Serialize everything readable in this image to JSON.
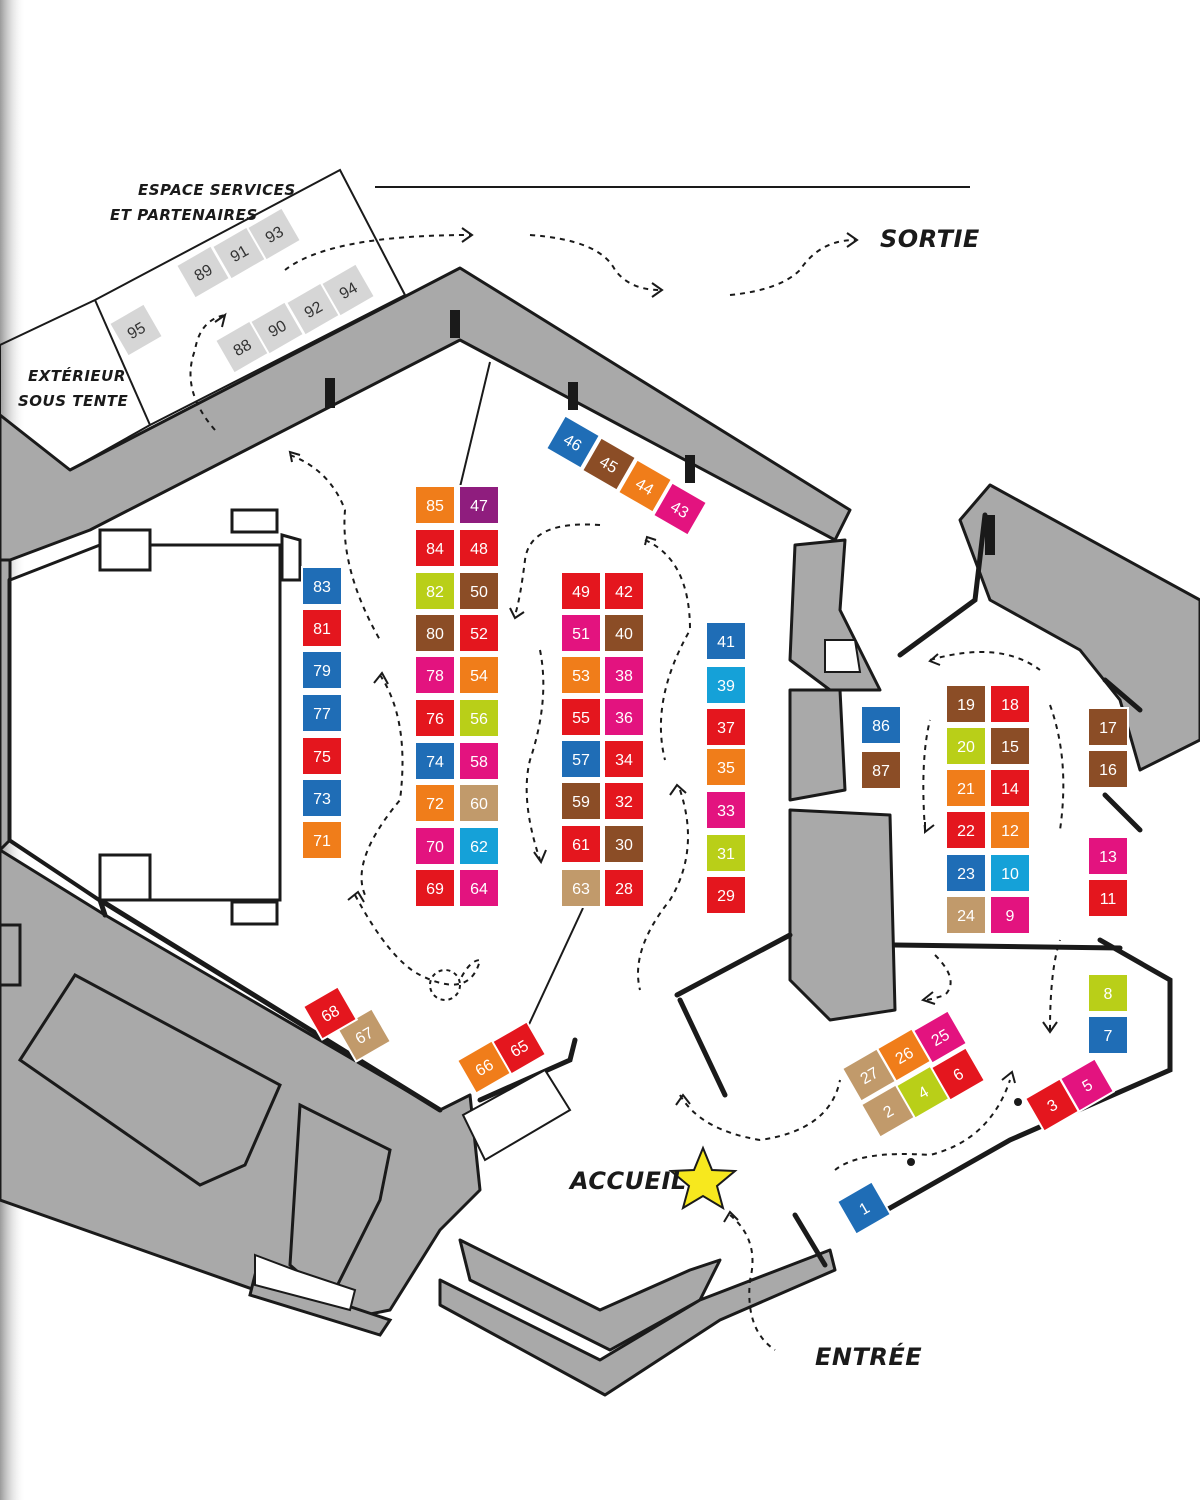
{
  "labels": {
    "services_line1": "ESPACE SERVICES",
    "services_line2": "ET PARTENAIRES",
    "outside_line1": "EXTÉRIEUR",
    "outside_line2": "SOUS TENTE",
    "exit": "SORTIE",
    "welcome": "ACCUEIL",
    "entrance": "ENTRÉE"
  },
  "colors": {
    "red": "#e4161e",
    "orange": "#f07d1a",
    "blue": "#1f6db6",
    "pink": "#e3137f",
    "brown": "#8b4d26",
    "lime": "#b9cf18",
    "cyan": "#15a1d8",
    "tan": "#c19a6b",
    "purple": "#8f1d7e",
    "gray_stand": "#d6d6d6",
    "wall": "#a9a9a9",
    "star": "#f7e81e"
  },
  "icons": {
    "welcome": "star-icon"
  },
  "stands": [
    {
      "n": "1",
      "c": "blue"
    },
    {
      "n": "2",
      "c": "tan"
    },
    {
      "n": "3",
      "c": "red"
    },
    {
      "n": "4",
      "c": "lime"
    },
    {
      "n": "5",
      "c": "pink"
    },
    {
      "n": "6",
      "c": "red"
    },
    {
      "n": "7",
      "c": "blue"
    },
    {
      "n": "8",
      "c": "lime"
    },
    {
      "n": "9",
      "c": "pink"
    },
    {
      "n": "10",
      "c": "cyan"
    },
    {
      "n": "11",
      "c": "red"
    },
    {
      "n": "12",
      "c": "orange"
    },
    {
      "n": "13",
      "c": "pink"
    },
    {
      "n": "14",
      "c": "red"
    },
    {
      "n": "15",
      "c": "brown"
    },
    {
      "n": "16",
      "c": "brown"
    },
    {
      "n": "17",
      "c": "brown"
    },
    {
      "n": "18",
      "c": "red"
    },
    {
      "n": "19",
      "c": "brown"
    },
    {
      "n": "20",
      "c": "lime"
    },
    {
      "n": "21",
      "c": "orange"
    },
    {
      "n": "22",
      "c": "red"
    },
    {
      "n": "23",
      "c": "blue"
    },
    {
      "n": "24",
      "c": "tan"
    },
    {
      "n": "25",
      "c": "pink"
    },
    {
      "n": "26",
      "c": "orange"
    },
    {
      "n": "27",
      "c": "tan"
    },
    {
      "n": "28",
      "c": "red"
    },
    {
      "n": "29",
      "c": "red"
    },
    {
      "n": "30",
      "c": "brown"
    },
    {
      "n": "31",
      "c": "lime"
    },
    {
      "n": "32",
      "c": "red"
    },
    {
      "n": "33",
      "c": "pink"
    },
    {
      "n": "34",
      "c": "red"
    },
    {
      "n": "35",
      "c": "orange"
    },
    {
      "n": "36",
      "c": "pink"
    },
    {
      "n": "37",
      "c": "red"
    },
    {
      "n": "38",
      "c": "pink"
    },
    {
      "n": "39",
      "c": "cyan"
    },
    {
      "n": "40",
      "c": "brown"
    },
    {
      "n": "41",
      "c": "blue"
    },
    {
      "n": "42",
      "c": "red"
    },
    {
      "n": "43",
      "c": "pink"
    },
    {
      "n": "44",
      "c": "orange"
    },
    {
      "n": "45",
      "c": "brown"
    },
    {
      "n": "46",
      "c": "blue"
    },
    {
      "n": "47",
      "c": "purple"
    },
    {
      "n": "48",
      "c": "red"
    },
    {
      "n": "49",
      "c": "red"
    },
    {
      "n": "50",
      "c": "brown"
    },
    {
      "n": "51",
      "c": "pink"
    },
    {
      "n": "52",
      "c": "red"
    },
    {
      "n": "53",
      "c": "orange"
    },
    {
      "n": "54",
      "c": "orange"
    },
    {
      "n": "55",
      "c": "red"
    },
    {
      "n": "56",
      "c": "lime"
    },
    {
      "n": "57",
      "c": "blue"
    },
    {
      "n": "58",
      "c": "pink"
    },
    {
      "n": "59",
      "c": "brown"
    },
    {
      "n": "60",
      "c": "tan"
    },
    {
      "n": "61",
      "c": "red"
    },
    {
      "n": "62",
      "c": "cyan"
    },
    {
      "n": "63",
      "c": "tan"
    },
    {
      "n": "64",
      "c": "pink"
    },
    {
      "n": "65",
      "c": "red"
    },
    {
      "n": "66",
      "c": "orange"
    },
    {
      "n": "67",
      "c": "tan"
    },
    {
      "n": "68",
      "c": "red"
    },
    {
      "n": "69",
      "c": "red"
    },
    {
      "n": "70",
      "c": "pink"
    },
    {
      "n": "71",
      "c": "orange"
    },
    {
      "n": "72",
      "c": "orange"
    },
    {
      "n": "73",
      "c": "blue"
    },
    {
      "n": "74",
      "c": "blue"
    },
    {
      "n": "75",
      "c": "red"
    },
    {
      "n": "76",
      "c": "red"
    },
    {
      "n": "77",
      "c": "blue"
    },
    {
      "n": "78",
      "c": "pink"
    },
    {
      "n": "79",
      "c": "blue"
    },
    {
      "n": "80",
      "c": "brown"
    },
    {
      "n": "81",
      "c": "red"
    },
    {
      "n": "82",
      "c": "lime"
    },
    {
      "n": "83",
      "c": "blue"
    },
    {
      "n": "84",
      "c": "red"
    },
    {
      "n": "85",
      "c": "orange"
    },
    {
      "n": "86",
      "c": "blue"
    },
    {
      "n": "87",
      "c": "brown"
    },
    {
      "n": "88",
      "c": "gray_stand"
    },
    {
      "n": "89",
      "c": "gray_stand"
    },
    {
      "n": "90",
      "c": "gray_stand"
    },
    {
      "n": "91",
      "c": "gray_stand"
    },
    {
      "n": "92",
      "c": "gray_stand"
    },
    {
      "n": "93",
      "c": "gray_stand"
    },
    {
      "n": "94",
      "c": "gray_stand"
    },
    {
      "n": "95",
      "c": "gray_stand"
    }
  ]
}
